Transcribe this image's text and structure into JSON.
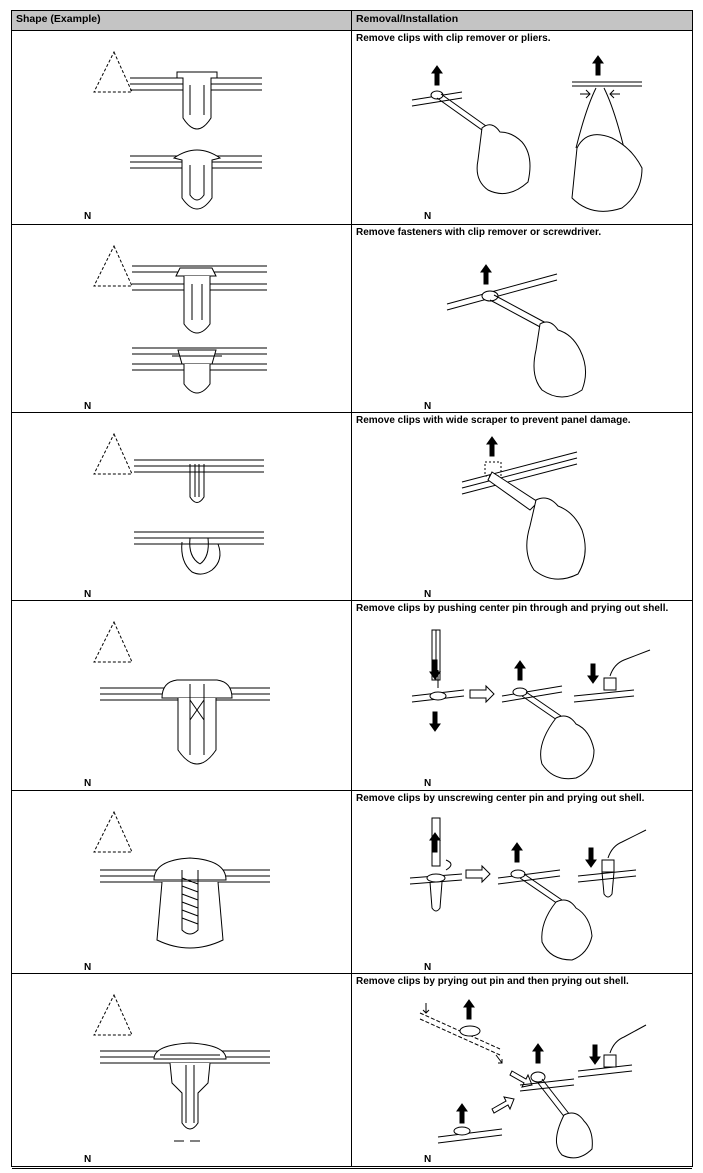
{
  "table": {
    "header": {
      "shape": "Shape (Example)",
      "removal": "Removal/Installation"
    },
    "rows": [
      {
        "shape_note": "N",
        "removal_note": "N",
        "description": "Remove clips with clip remover or pliers."
      },
      {
        "shape_note": "N",
        "removal_note": "N",
        "description": "Remove fasteners with clip remover or screwdriver."
      },
      {
        "shape_note": "N",
        "removal_note": "N",
        "description": "Remove clips with wide scraper to prevent panel damage."
      },
      {
        "shape_note": "N",
        "removal_note": "N",
        "description": "Remove clips by pushing center pin through and prying out shell."
      },
      {
        "shape_note": "N",
        "removal_note": "N",
        "description": "Remove clips by unscrewing center pin and prying out shell."
      },
      {
        "shape_note": "N",
        "removal_note": "N",
        "description": "Remove clips by prying out pin and then prying out shell."
      }
    ]
  }
}
